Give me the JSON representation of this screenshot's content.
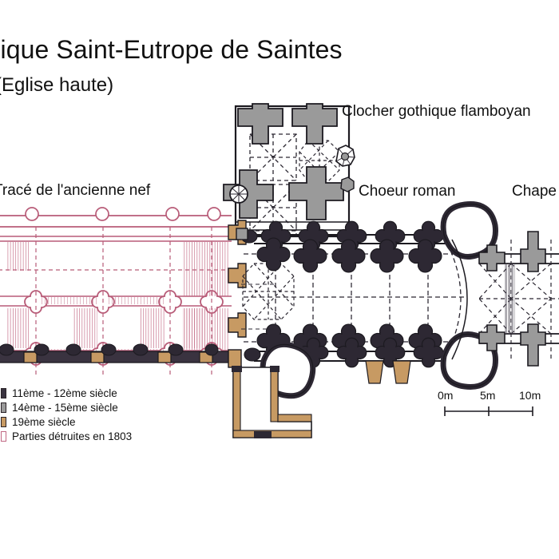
{
  "document": {
    "title": "silique Saint-Eutrope de Saintes",
    "subtitle": "(Eglise haute)",
    "type": "architectural-floor-plan"
  },
  "plan_labels": {
    "clocher": "Clocher gothique flamboyan",
    "ancienne_nef": "Tracé de l'ancienne nef",
    "choeur": "Choeur roman",
    "chapelle": "Chape"
  },
  "legend": {
    "items": [
      {
        "label": "11ème - 12ème  siècle",
        "color": "#3a3340"
      },
      {
        "label": "14ème - 15ème  siècle",
        "color": "#9a9a9a"
      },
      {
        "label": "19ème  siècle",
        "color": "#c79a63"
      },
      {
        "label": "Parties détruites  en  1803",
        "color": "#c06883"
      }
    ]
  },
  "scale": {
    "ticks": [
      "0m",
      "5m",
      "10m"
    ],
    "unit": "m",
    "max": 10
  },
  "colors": {
    "stone_dark": "#3a3340",
    "stone_gray": "#9a9a9a",
    "stone_ochre": "#c79a63",
    "destroyed_rose": "#b85c78",
    "ink": "#1c1a20",
    "background": "#ffffff"
  }
}
